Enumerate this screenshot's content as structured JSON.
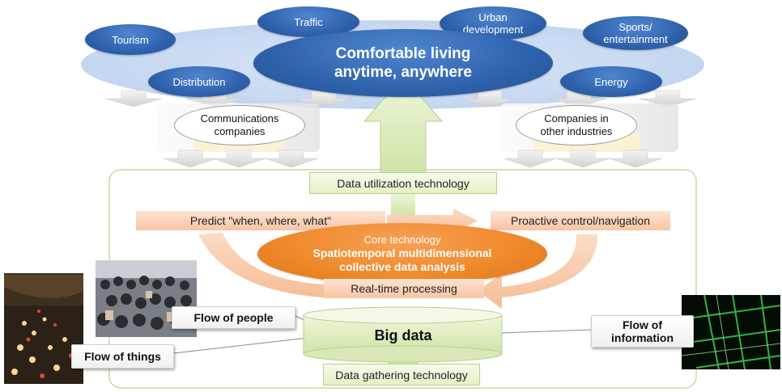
{
  "goal": {
    "line1": "Comfortable living",
    "line2": "anytime, anywhere"
  },
  "domains": {
    "tourism": "Tourism",
    "traffic": "Traffic",
    "urban_line1": "Urban",
    "urban_line2": "development",
    "sports_line1": "Sports/",
    "sports_line2": "entertainment",
    "distribution": "Distribution",
    "energy": "Energy"
  },
  "partners": {
    "communications_line1": "Communications",
    "communications_line2": "companies",
    "other_line1": "Companies in",
    "other_line2": "other industries"
  },
  "technologies": {
    "data_utilization": "Data utilization technology",
    "predict": "Predict \"when, where, what\"",
    "proactive": "Proactive control/navigation",
    "core_title": "Core technology",
    "core_line1": "Spatiotemporal multidimensional",
    "core_line2": "collective data analysis",
    "realtime": "Real-time processing",
    "big_data": "Big data",
    "data_gathering": "Data gathering technology"
  },
  "flows": {
    "people": "Flow of people",
    "things": "Flow of things",
    "information_line1": "Flow of",
    "information_line2": "information"
  },
  "colors": {
    "blue_ellipse": "#2f62ad",
    "cloud": "#c9d9f0",
    "green_box": "#e4f0c9",
    "orange_core": "#f08a2c",
    "peach": "#f8c4a2"
  }
}
